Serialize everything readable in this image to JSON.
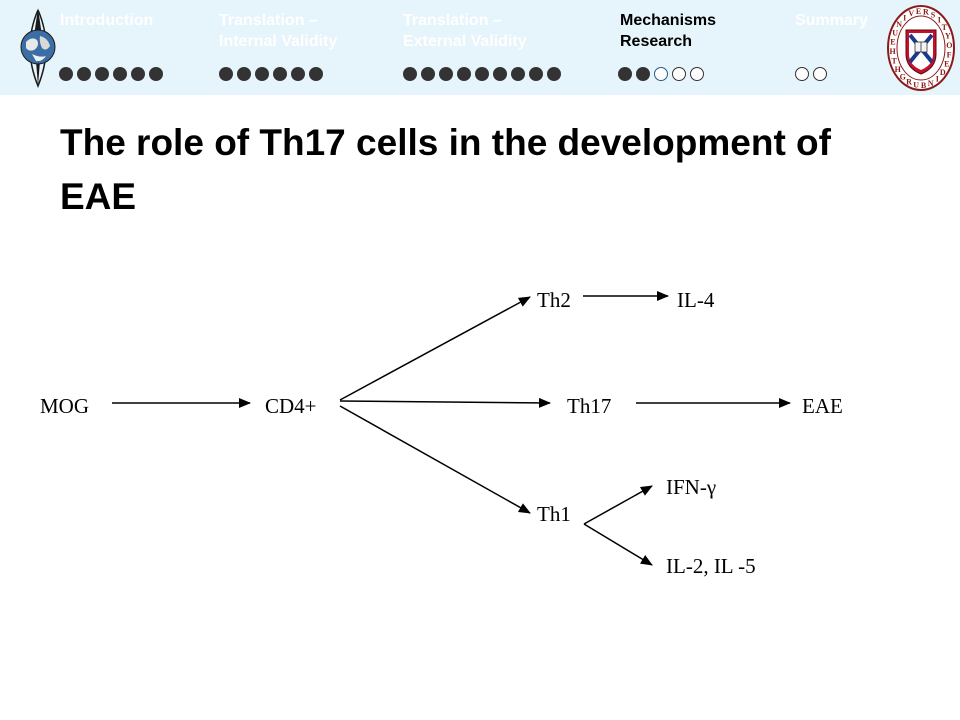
{
  "nav": {
    "sections": [
      {
        "label": "Introduction",
        "dots": [
          "filled",
          "filled",
          "filled",
          "filled",
          "filled",
          "filled"
        ],
        "active": false
      },
      {
        "label": "Translation –\nInternal Validity",
        "dots": [
          "filled",
          "filled",
          "filled",
          "filled",
          "filled",
          "filled"
        ],
        "active": false
      },
      {
        "label": "Translation –\nExternal Validity",
        "dots": [
          "filled",
          "filled",
          "filled",
          "filled",
          "filled",
          "filled",
          "filled",
          "filled",
          "filled"
        ],
        "active": false
      },
      {
        "label": "Mechanisms\nResearch",
        "dots": [
          "filled",
          "filled",
          "current",
          "empty",
          "empty"
        ],
        "active": true
      },
      {
        "label": "Summary",
        "dots": [
          "empty",
          "empty"
        ],
        "active": false
      }
    ],
    "crest_text": "THE UNIVERSITY OF EDINBURGH"
  },
  "slide": {
    "title": "The role of Th17 cells in the development of EAE"
  },
  "diagram": {
    "nodes": {
      "mog": "MOG",
      "cd4": "CD4+",
      "th2": "Th2",
      "il4": "IL-4",
      "th17": "Th17",
      "eae": "EAE",
      "th1": "Th1",
      "ifng": "IFN-γ",
      "il2il5": "IL-2, IL -5"
    }
  },
  "colors": {
    "nav_background": "#e6f4fb",
    "nav_text_inactive": "#ffffff",
    "nav_text_active": "#000000",
    "crest_red": "#c8102e"
  }
}
